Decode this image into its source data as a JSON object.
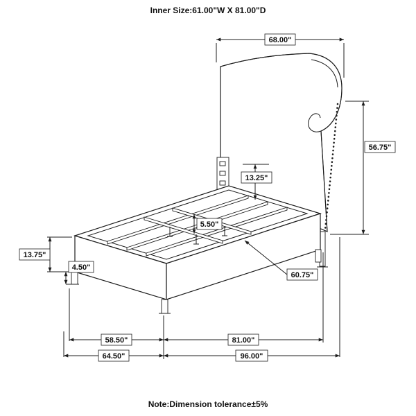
{
  "meta": {
    "title_top": "Inner Size:61.00\"W X 81.00\"D",
    "note_bottom": "Note:Dimension tolerance±5%"
  },
  "dimensions": {
    "top_width": "68.00\"",
    "right_height": "56.75\"",
    "inner_top": "13.25\"",
    "slat_gap": "5.50\"",
    "left_rail_height": "13.75\"",
    "leg_height": "4.50\"",
    "slat_length": "60.75\"",
    "bottom_inner_width": "58.50\"",
    "bottom_inner_length": "81.00\"",
    "bottom_outer_width": "64.50\"",
    "bottom_outer_length": "96.00\""
  },
  "colors": {
    "line": "#1c1c1c",
    "background": "#ffffff"
  }
}
